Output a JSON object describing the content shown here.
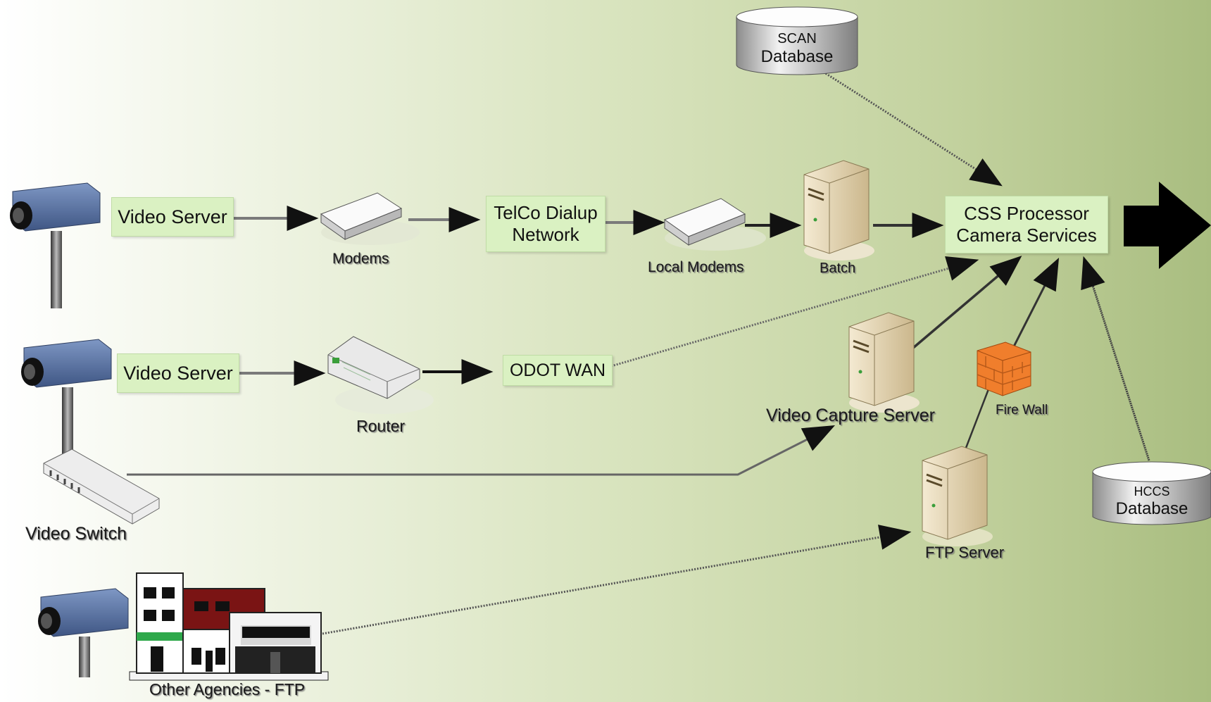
{
  "nodes": {
    "video_server_1": "Video Server",
    "video_server_2": "Video Server",
    "telco": {
      "line1": "TelCo Dialup",
      "line2": "Network"
    },
    "odot_wan": "ODOT WAN",
    "css": {
      "line1": "CSS Processor",
      "line2": "Camera Services"
    },
    "scan_db": {
      "line1": "SCAN",
      "line2": "Database"
    },
    "hccs_db": {
      "line1": "HCCS",
      "line2": "Database"
    }
  },
  "labels": {
    "modems": "Modems",
    "local_modems": "Local Modems",
    "batch": "Batch",
    "router": "Router",
    "video_capture_server": "Video Capture Server",
    "fire_wall": "Fire Wall",
    "ftp_server": "FTP Server",
    "video_switch": "Video Switch",
    "other_agencies": "Other Agencies - FTP"
  },
  "icons": [
    "camera-icon",
    "modem-icon",
    "local-modem-icon",
    "batch-server-icon",
    "router-icon",
    "video-capture-server-icon",
    "firewall-icon",
    "ftp-server-icon",
    "video-switch-icon",
    "buildings-icon",
    "database-icon",
    "output-arrow-icon"
  ],
  "colors": {
    "box_fill": "#daf1c2",
    "camera_body": "#5f79a6",
    "server_body": "#e6d7b4",
    "firewall": "#f07e2c",
    "connector": "#555555"
  }
}
